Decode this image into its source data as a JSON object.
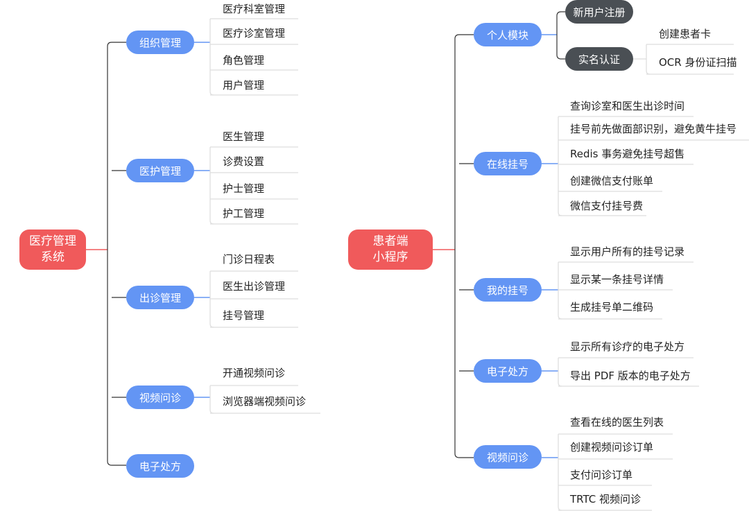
{
  "left_tree": {
    "root": "医疗管理\n系统",
    "branches": [
      {
        "label": "组织管理",
        "leaves": [
          "医疗科室管理",
          "医疗诊室管理",
          "角色管理",
          "用户管理"
        ]
      },
      {
        "label": "医护管理",
        "leaves": [
          "医生管理",
          "诊费设置",
          "护士管理",
          "护工管理"
        ]
      },
      {
        "label": "出诊管理",
        "leaves": [
          "门诊日程表",
          "医生出诊管理",
          "挂号管理"
        ]
      },
      {
        "label": "视频问诊",
        "leaves": [
          "开通视频问诊",
          "浏览器端视频问诊"
        ]
      },
      {
        "label": "电子处方",
        "leaves": []
      }
    ]
  },
  "right_tree": {
    "root": "患者端\n小程序",
    "branches": [
      {
        "label": "个人模块",
        "children": [
          {
            "label": "新用户注册",
            "leaves": []
          },
          {
            "label": "实名认证",
            "leaves": [
              "创建患者卡",
              "OCR 身份证扫描"
            ]
          }
        ]
      },
      {
        "label": "在线挂号",
        "leaves": [
          "查询诊室和医生出诊时间",
          "挂号前先做面部识别，避免黄牛挂号",
          "Redis 事务避免挂号超售",
          "创建微信支付账单",
          "微信支付挂号费"
        ]
      },
      {
        "label": "我的挂号",
        "leaves": [
          "显示用户所有的挂号记录",
          "显示某一条挂号详情",
          "生成挂号单二维码"
        ]
      },
      {
        "label": "电子处方",
        "leaves": [
          "显示所有诊疗的电子处方",
          "导出 PDF 版本的电子处方"
        ]
      },
      {
        "label": "视频问诊",
        "leaves": [
          "查看在线的医生列表",
          "创建视频问诊订单",
          "支付问诊订单",
          "TRTC 视频问诊"
        ]
      }
    ]
  },
  "colors": {
    "root": "#f05a5b",
    "branch": "#6395f4",
    "sub_branch": "#4a4f54",
    "root_connector": "#f05a5b",
    "branch_connector": "#6395f4",
    "tree_line": "#333333",
    "leaf_line": "#dddddd"
  }
}
